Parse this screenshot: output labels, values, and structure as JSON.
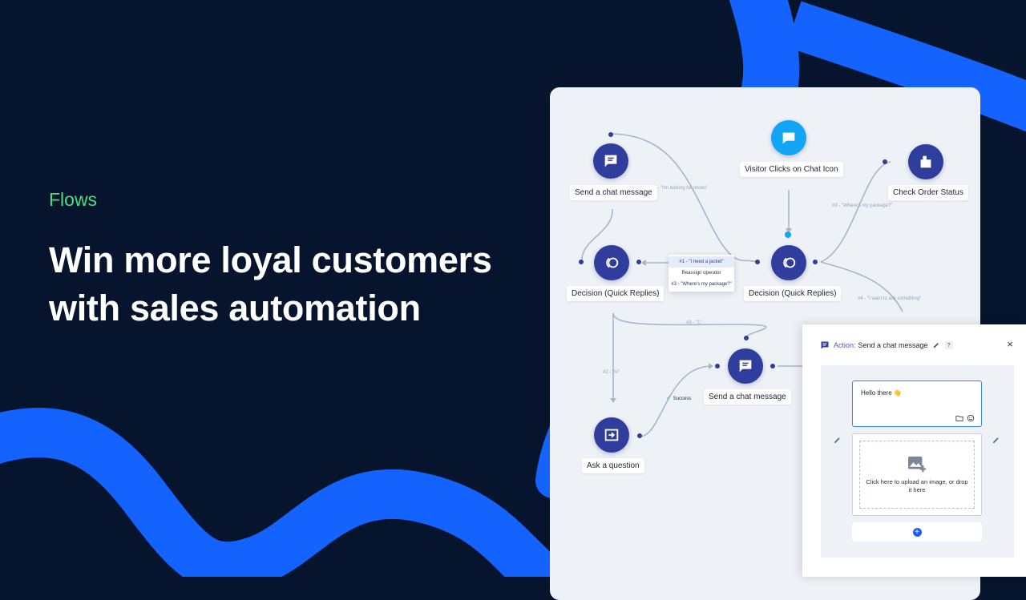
{
  "hero": {
    "tag": "Flows",
    "headline": "Win more loyal customers with sales automation"
  },
  "colors": {
    "background": "#06142e",
    "swoosh": "#1463ff",
    "accent_green": "#4ade80",
    "node": "#2f3d9c",
    "trigger": "#12a4f5"
  },
  "flow": {
    "nodes": {
      "send_chat_top": {
        "label": "Send a chat message",
        "icon": "chat-message-icon"
      },
      "visitor_clicks": {
        "label": "Visitor Clicks on Chat Icon",
        "icon": "chat-bubble-icon"
      },
      "check_order": {
        "label": "Check Order Status",
        "icon": "order-box-icon"
      },
      "decision_left": {
        "label": "Decision (Quick Replies)",
        "icon": "decision-icon"
      },
      "decision_right": {
        "label": "Decision (Quick Replies)",
        "icon": "decision-icon"
      },
      "send_chat_mid": {
        "label": "Send a chat message",
        "icon": "chat-message-icon"
      },
      "ask_question": {
        "label": "Ask a question",
        "icon": "question-input-icon"
      }
    },
    "edge_labels": {
      "e2_jacket": "#2 - \"I'm looking for shoes\"",
      "e3_package": "#3 - \"Where's my package?\"",
      "e4_something": "#4 - \"I want to ask something\"",
      "e3_left": "#3 - \"1\"",
      "e2_left": "#2 - \"hi\"",
      "success": "Success"
    },
    "dropdown": [
      "#1 - \"I need a jacket\"",
      "Reassign operator",
      "#3 - \"Where's my package?\""
    ]
  },
  "panel": {
    "prefix": "Action:",
    "title": "Send a chat message",
    "help": "?",
    "close": "×",
    "message": "Hello there 👋",
    "upload_text": "Click here to upload an image, or drop it here",
    "add": "+"
  }
}
